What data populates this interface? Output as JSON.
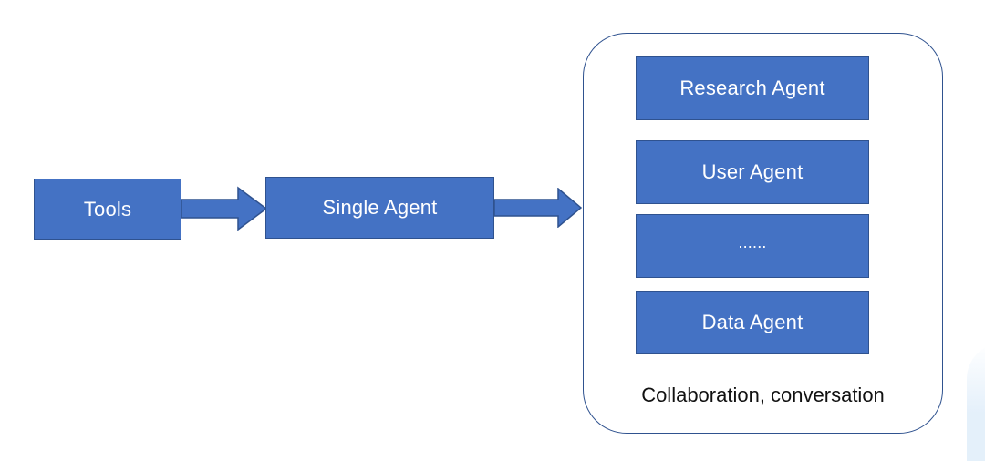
{
  "diagram": {
    "nodes": {
      "tools": "Tools",
      "single_agent": "Single Agent",
      "research_agent": "Research Agent",
      "user_agent": "User Agent",
      "ellipsis": "......",
      "data_agent": "Data Agent"
    },
    "group_caption": "Collaboration, conversation",
    "edges": [
      {
        "from": "Tools",
        "to": "Single Agent"
      },
      {
        "from": "Single Agent",
        "to": "Collaboration, conversation"
      }
    ],
    "colors": {
      "box_fill": "#4472C4",
      "box_border": "#2F528F",
      "text_on_box": "#FFFFFF"
    }
  }
}
